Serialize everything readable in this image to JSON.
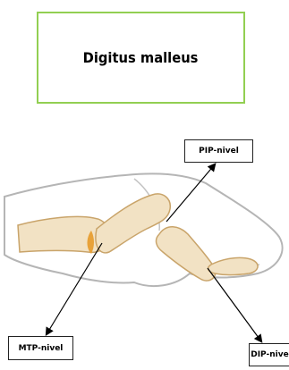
{
  "title": "Digitus malleus",
  "labels": {
    "pip": "PIP-nivel",
    "mtp": "MTP-nivel",
    "dip": "DIP-nivel"
  },
  "colors": {
    "title_border": "#92cf52",
    "bone_fill": "#f2e2c4",
    "bone_outline": "#c9a46a",
    "joint_highlight": "#e8a23a",
    "skin_outline": "#b5b5b5",
    "arrow": "#000000"
  }
}
